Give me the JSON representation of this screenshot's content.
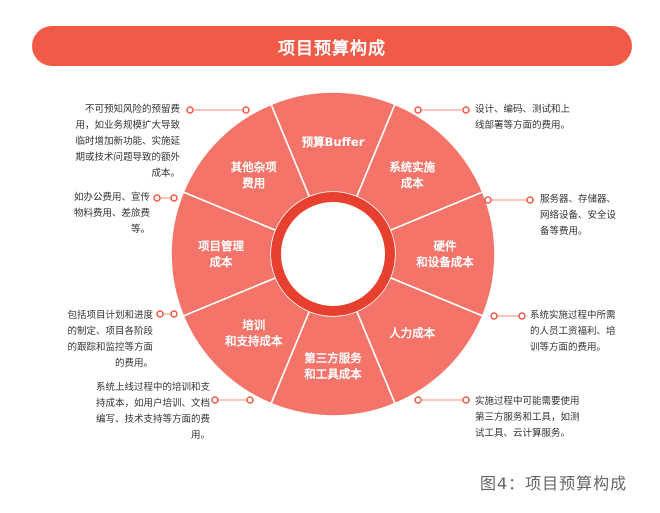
{
  "title": "项目预算构成",
  "caption": "图4：项目预算构成",
  "colors": {
    "accent": "#f05a46",
    "segment": "#f5746a",
    "divider": "#ffffff",
    "ring_inner": "#e8402e",
    "dot": "#f05a46",
    "line": "#f08a7a"
  },
  "segments": [
    {
      "label_lines": [
        "预算Buffer"
      ],
      "desc": "不可预知风险的预留费\n用，如业务规模扩大导致\n临时增加新功能、实施延\n期或技术问题导致的额外\n成本。"
    },
    {
      "label_lines": [
        "系统实施",
        "成本"
      ],
      "desc": "设计、编码、测试和上\n线部署等方面的费用。"
    },
    {
      "label_lines": [
        "硬件",
        "和设备成本"
      ],
      "desc": "服务器、存储器、\n网络设备、安全设\n备等费用。"
    },
    {
      "label_lines": [
        "人力成本"
      ],
      "desc": "系统实施过程中所需\n的人员工资福利、培\n训等方面的费用。"
    },
    {
      "label_lines": [
        "第三方服务",
        "和工具成本"
      ],
      "desc": "实施过程中可能需要使用\n第三方服务和工具，如测\n试工具、云计算服务。"
    },
    {
      "label_lines": [
        "培训",
        "和支持成本"
      ],
      "desc": "系统上线过程中的培训和支\n持成本，如用户培训、文档\n编写、技术支持等方面的费\n用。"
    },
    {
      "label_lines": [
        "项目管理",
        "成本"
      ],
      "desc": "包括项目计划和进度\n的制定、项目各阶段\n的跟踪和监控等方面\n的费用。"
    },
    {
      "label_lines": [
        "其他杂项",
        "费用"
      ],
      "desc": "如办公费用、宣传\n物料费用、差旅费\n等。"
    }
  ]
}
